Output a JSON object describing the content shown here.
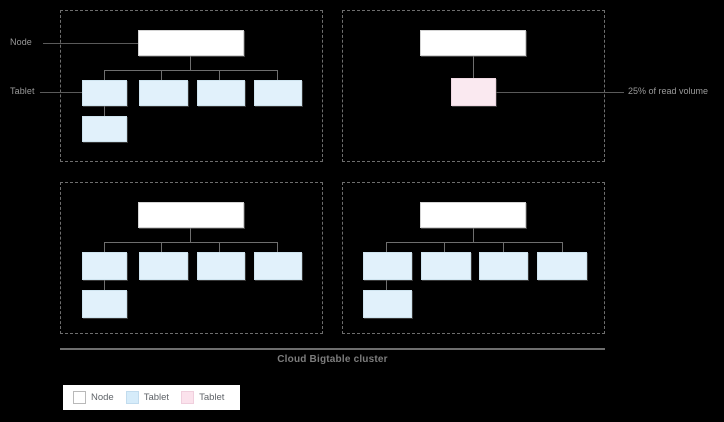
{
  "diagram": {
    "caption": "Cloud Bigtable cluster",
    "labels": {
      "node": "Node",
      "tablet": "Tablet"
    },
    "callouts": [
      {
        "text": "25% of read volume"
      }
    ],
    "legend": {
      "items": [
        {
          "label": "Node",
          "swatch": "node-swatch",
          "color": "#ffffff"
        },
        {
          "label": "Tablet",
          "swatch": "tablet-swatch",
          "color": "#d6ecfa"
        },
        {
          "label": "Tablet",
          "swatch": "pink-swatch",
          "color": "#fbe2ec"
        }
      ]
    },
    "panels": [
      {
        "id": "top-left",
        "node": {
          "label": ""
        },
        "tablets": [
          {
            "label": "",
            "color": "blue"
          },
          {
            "label": "",
            "color": "blue"
          },
          {
            "label": "",
            "color": "blue"
          },
          {
            "label": "",
            "color": "blue"
          },
          {
            "label": "",
            "color": "blue"
          }
        ]
      },
      {
        "id": "top-right",
        "node": {
          "label": ""
        },
        "tablets": [
          {
            "label": "",
            "color": "pink"
          }
        ]
      },
      {
        "id": "bottom-left",
        "node": {
          "label": ""
        },
        "tablets": [
          {
            "label": "",
            "color": "blue"
          },
          {
            "label": "",
            "color": "blue"
          },
          {
            "label": "",
            "color": "blue"
          },
          {
            "label": "",
            "color": "blue"
          },
          {
            "label": "",
            "color": "blue"
          }
        ]
      },
      {
        "id": "bottom-right",
        "node": {
          "label": ""
        },
        "tablets": [
          {
            "label": "",
            "color": "blue"
          },
          {
            "label": "",
            "color": "blue"
          },
          {
            "label": "",
            "color": "blue"
          },
          {
            "label": "",
            "color": "blue"
          },
          {
            "label": "",
            "color": "blue"
          }
        ]
      }
    ],
    "colors": {
      "background": "#000000",
      "node_fill": "#ffffff",
      "tablet_fill": "#e1f1fb",
      "tablet_pink_fill": "#fae9f0",
      "line": "#6e6e6e",
      "text": "#9a9a9a"
    }
  }
}
